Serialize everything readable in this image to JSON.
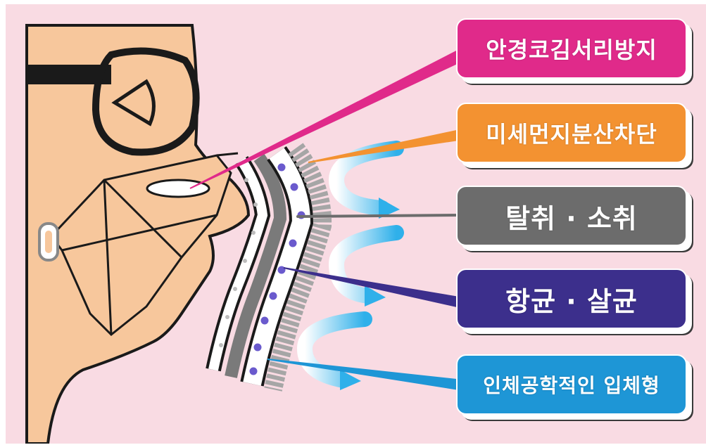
{
  "labels": [
    {
      "text": "안경코김서리방지",
      "color": "#e02a8a"
    },
    {
      "text": "미세먼지분산차단",
      "color": "#f39231"
    },
    {
      "text": "탈취 · 소취",
      "color": "#6c6c6c"
    },
    {
      "text": "항균 · 살균",
      "color": "#3c2f8c"
    },
    {
      "text": "인체공학적인 입체형",
      "color": "#1e96d6"
    }
  ],
  "colors": {
    "background": "#f9dbe3",
    "skin": "#f7c79c",
    "outline": "#1a1a1a",
    "arrow": "#3fb8ec",
    "bead": "#6a5acd",
    "filter_grey": "#9a9a9a"
  }
}
